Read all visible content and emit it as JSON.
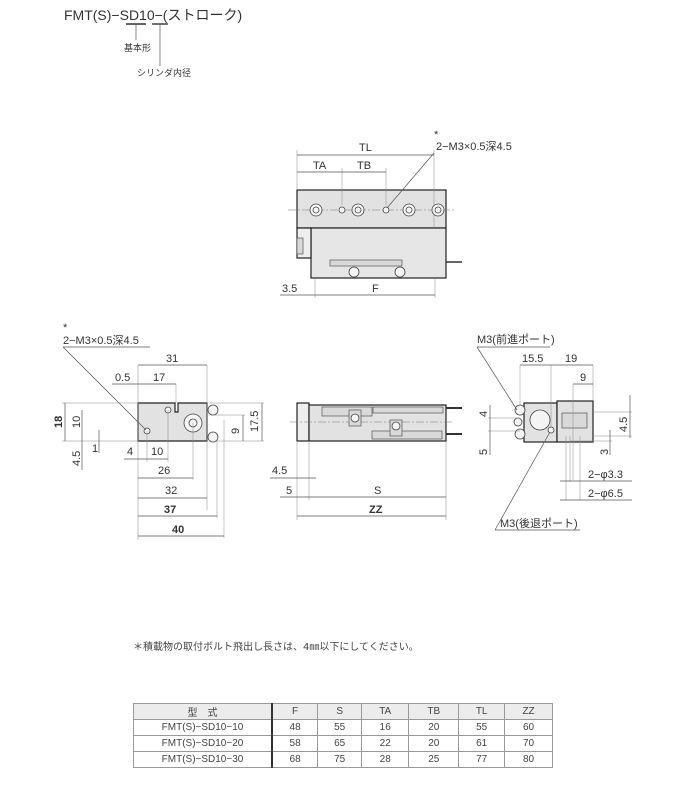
{
  "header": {
    "model_code": "FMT(S)−SD10−(ストローク)",
    "callout_basic_type": "基本形",
    "callout_bore": "シリンダ内径"
  },
  "top_view": {
    "tl": "TL",
    "ta": "TA",
    "tb": "TB",
    "f": "F",
    "offset": "3.5",
    "asterisk": "*",
    "tap_note": "2−M3×0.5深4.5"
  },
  "side_view": {
    "asterisk": "*",
    "tap_note": "2−M3×0.5深4.5",
    "d31": "31",
    "d05": "0.5",
    "d17": "17",
    "d18": "18",
    "d10v": "10",
    "d45": "4.5",
    "d1": "1",
    "d4": "4",
    "d10h": "10",
    "d26": "26",
    "d32": "32",
    "d37": "37",
    "d40": "40",
    "d9": "9",
    "d175": "17.5"
  },
  "front_view": {
    "d45": "4.5",
    "d5": "5",
    "s": "S",
    "zz": "ZZ"
  },
  "end_view": {
    "port_forward": "M3(前進ポート)",
    "port_return": "M3(後退ポート)",
    "d155": "15.5",
    "d19": "19",
    "d9": "9",
    "d4": "4",
    "d5": "5",
    "d45": "4.5",
    "d3": "3",
    "hole_small": "2−φ3.3",
    "hole_large": "2−φ6.5"
  },
  "note": "＊積載物の取付ボルト飛出し長さは、4㎜以下にしてください。",
  "table": {
    "headers": [
      "型　式",
      "F",
      "S",
      "TA",
      "TB",
      "TL",
      "ZZ"
    ],
    "rows": [
      [
        "FMT(S)−SD10−10",
        "48",
        "55",
        "16",
        "20",
        "55",
        "60"
      ],
      [
        "FMT(S)−SD10−20",
        "58",
        "65",
        "22",
        "20",
        "61",
        "70"
      ],
      [
        "FMT(S)−SD10−30",
        "68",
        "75",
        "28",
        "25",
        "77",
        "80"
      ]
    ]
  }
}
